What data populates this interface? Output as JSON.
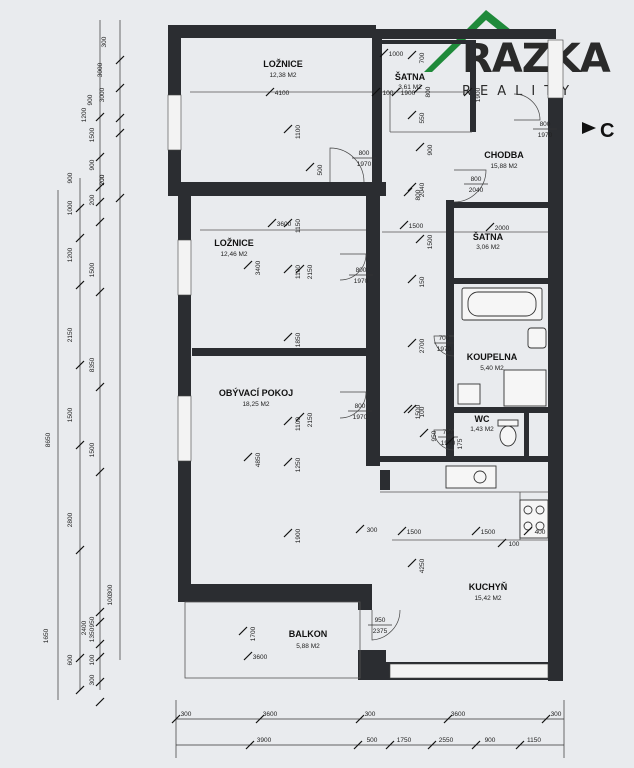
{
  "logo": {
    "name": "RAZKA",
    "sub": "REALITY",
    "accent_color": "#1f8a3a"
  },
  "orientation_mark": "C",
  "rooms": [
    {
      "name": "LOŽNICE",
      "area": "12,38 M2"
    },
    {
      "name": "ŠATNA",
      "area": "3,61 M2"
    },
    {
      "name": "CHODBA",
      "area": "15,88 M2"
    },
    {
      "name": "LOŽNICE",
      "area": "12,46 M2"
    },
    {
      "name": "ŠATNA",
      "area": "3,06 M2"
    },
    {
      "name": "KOUPELNA",
      "area": "5,40 M2"
    },
    {
      "name": "OBÝVACÍ POKOJ",
      "area": "18,25 M2"
    },
    {
      "name": "WC",
      "area": "1,43 M2"
    },
    {
      "name": "KUCHYŇ",
      "area": "15,42 M2"
    },
    {
      "name": "BALKON",
      "area": "5,88 M2"
    }
  ],
  "doors": [
    {
      "width": "800",
      "height": "1970"
    },
    {
      "width": "800",
      "height": "1970"
    },
    {
      "width": "800",
      "height": "2040"
    },
    {
      "width": "800",
      "height": "1970"
    },
    {
      "width": "800",
      "height": "1970"
    },
    {
      "width": "700",
      "height": "1970"
    },
    {
      "width": "700",
      "height": "1970"
    },
    {
      "width": "950",
      "height": "2375"
    }
  ],
  "interior_dims": [
    "4100",
    "1900",
    "3600",
    "1150",
    "1500",
    "2000",
    "3400",
    "1100",
    "2150",
    "1850",
    "2700",
    "1100",
    "2150",
    "4850",
    "1250",
    "1900",
    "1500",
    "1500",
    "4250",
    "1700",
    "3600",
    "300",
    "100",
    "400",
    "100",
    "150",
    "550",
    "700",
    "950",
    "175",
    "900",
    "800",
    "1500",
    "1000",
    "2040",
    "1900",
    "800",
    "500",
    "1100",
    "1500",
    "100"
  ],
  "left_dims_outer": [
    "8650",
    "1650"
  ],
  "left_dims_mid": [
    "2800",
    "1500",
    "2150",
    "1200",
    "1000",
    "900",
    "2400",
    "600"
  ],
  "left_dims_inner": [
    "8350",
    "3000",
    "1500",
    "1500",
    "900",
    "1500",
    "950",
    "1350",
    "300",
    "300",
    "200",
    "200",
    "100",
    "100"
  ],
  "bottom_dims_row1": [
    "300",
    "3600",
    "300",
    "3600",
    "300"
  ],
  "bottom_dims_row2": [
    "3900",
    "500",
    "1750",
    "2550",
    "900",
    "1150"
  ],
  "top_dims": [
    "1200",
    "900",
    "3000",
    "300",
    "200"
  ]
}
